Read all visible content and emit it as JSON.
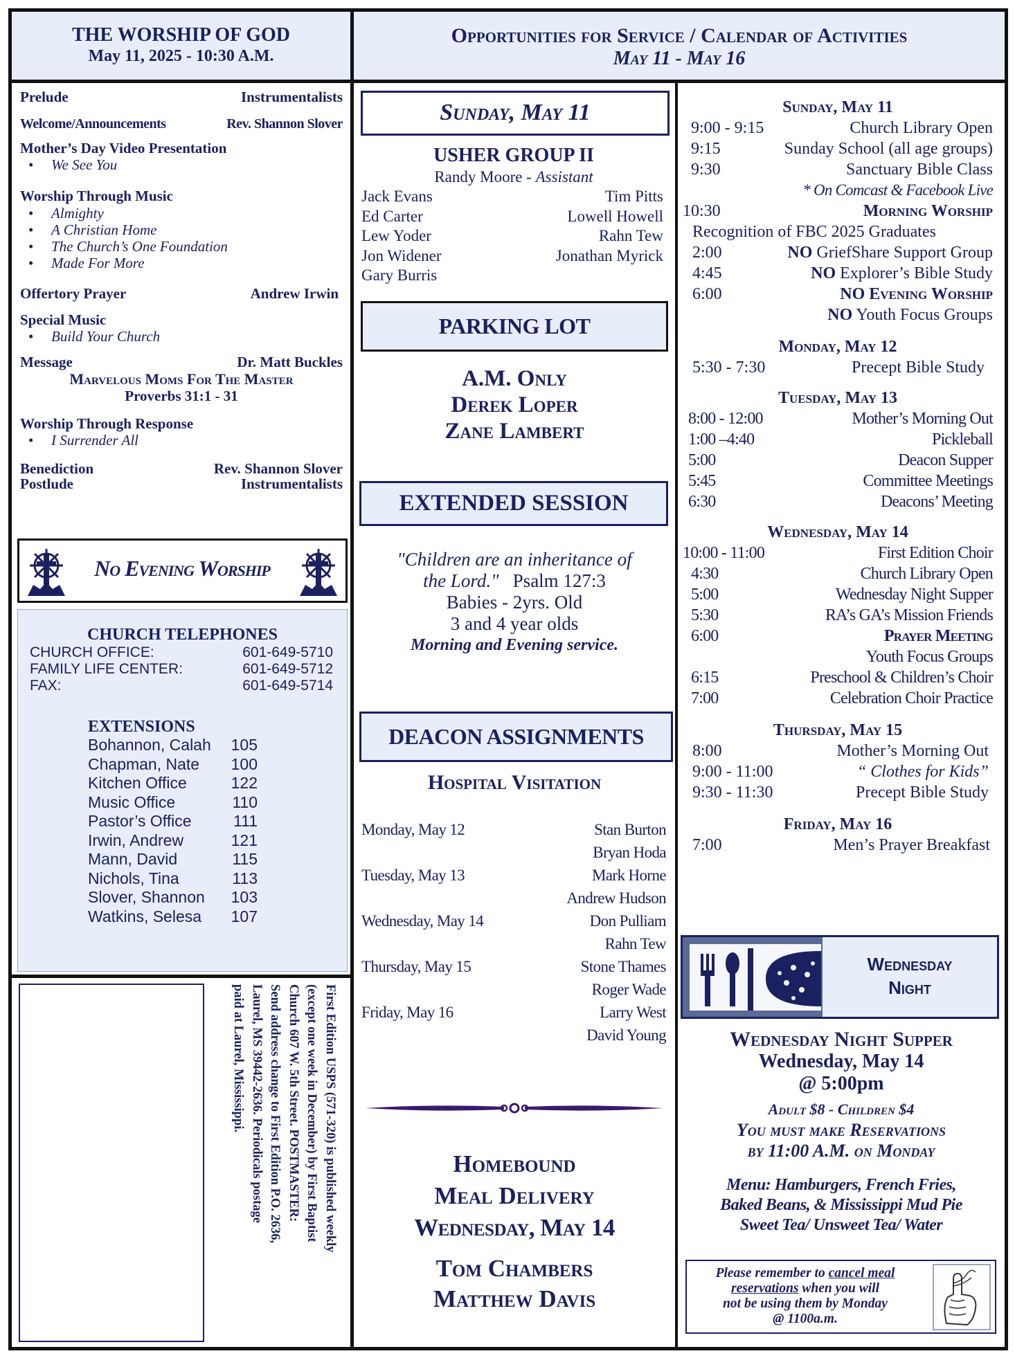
{
  "worship_header": {
    "title": "THE WORSHIP OF GOD",
    "date": "May 11, 2025 - 10:30 A.M."
  },
  "opps_header": {
    "title": "Opportunities for Service / Calendar of Activities",
    "dates": "May 11 - May 16"
  },
  "order": {
    "prelude": {
      "label": "Prelude",
      "by": "Instrumentalists"
    },
    "welcome": {
      "label": "Welcome/Announcements",
      "by": "Rev. Shannon Slover"
    },
    "mothers_day": {
      "label": "Mother’s Day Video Presentation",
      "items": [
        "We See You"
      ]
    },
    "music": {
      "label": "Worship Through Music",
      "items": [
        "Almighty",
        "A Christian Home",
        "The Church’s One Foundation",
        "Made For More"
      ]
    },
    "offertory": {
      "label": "Offertory Prayer",
      "by": "Andrew Irwin"
    },
    "special": {
      "label": "Special Music",
      "items": [
        "Build Your Church"
      ]
    },
    "message": {
      "label": "Message",
      "by": "Dr. Matt Buckles",
      "title": "Marvelous Moms For The Master",
      "scripture": "Proverbs 31:1 - 31"
    },
    "response": {
      "label": "Worship Through Response",
      "items": [
        "I Surrender All"
      ]
    },
    "benediction": {
      "label": "Benediction",
      "by": "Rev. Shannon Slover"
    },
    "postlude": {
      "label": "Postlude",
      "by": "Instrumentalists"
    }
  },
  "no_evening": "No Evening Worship",
  "telephones": {
    "title": "CHURCH  TELEPHONES",
    "lines": [
      {
        "name": "CHURCH OFFICE:",
        "num": "601-649-5710"
      },
      {
        "name": "FAMILY LIFE CENTER:",
        "num": "601-649-5712"
      },
      {
        "name": "FAX:",
        "num": "601-649-5714"
      }
    ],
    "ext_title": "EXTENSIONS",
    "extensions": [
      {
        "name": "Bohannon, Calah",
        "ext": "105"
      },
      {
        "name": "Chapman, Nate",
        "ext": "100"
      },
      {
        "name": "Kitchen Office",
        "ext": "122"
      },
      {
        "name": "Music Office",
        "ext": "110"
      },
      {
        "name": "Pastor’s Office",
        "ext": "111"
      },
      {
        "name": "Irwin, Andrew",
        "ext": "121"
      },
      {
        "name": "Mann, David",
        "ext": "115"
      },
      {
        "name": "Nichols, Tina",
        "ext": "113"
      },
      {
        "name": "Slover, Shannon",
        "ext": "103"
      },
      {
        "name": "Watkins, Selesa",
        "ext": "107"
      }
    ]
  },
  "postal": {
    "l1": "First Edition USPS (571-320) is published weekly",
    "l2": "(except one week in December) by First Baptist",
    "l3": "Church 607 W. 5th Street.  POSTMASTER:",
    "l4": "Send address change to First Edition  P.O. 2636,",
    "l5": "Laurel, MS  39442-2636.  Periodicals postage",
    "l6": "paid at  Laurel, Mississippi."
  },
  "sunday_box": "Sunday, May 11",
  "ushers": {
    "title": "USHER GROUP II",
    "assistant_name": "Randy Moore - ",
    "assistant_role": "Assistant",
    "rows": [
      [
        "Jack Evans",
        "Tim Pitts"
      ],
      [
        "Ed Carter",
        "Lowell Howell"
      ],
      [
        "Lew Yoder",
        "Rahn Tew"
      ],
      [
        "Jon Widener",
        "Jonathan Myrick"
      ],
      [
        "Gary Burris",
        ""
      ]
    ]
  },
  "parking": {
    "title": "PARKING LOT",
    "l1": "A.M. Only",
    "l2": "Derek Loper",
    "l3": "Zane Lambert"
  },
  "extended": {
    "title": "EXTENDED SESSION",
    "quote": "\"Children are an inheritance of",
    "quote2": "the Lord.\"",
    "ref": "Psalm 127:3",
    "l1": "Babies - 2yrs. Old",
    "l2": "3 and 4 year olds",
    "l3": "Morning and Evening service."
  },
  "deacon": {
    "title": "DEACON ASSIGNMENTS",
    "sub": "Hospital Visitation",
    "days": [
      {
        "day": "Monday, May 12",
        "a": "Stan Burton",
        "b": "Bryan Hoda"
      },
      {
        "day": "Tuesday, May 13",
        "a": "Mark Horne",
        "b": "Andrew Hudson"
      },
      {
        "day": "Wednesday, May 14",
        "a": "Don Pulliam",
        "b": "Rahn Tew"
      },
      {
        "day": "Thursday, May 15",
        "a": "Stone Thames",
        "b": "Roger Wade"
      },
      {
        "day": "Friday,  May 16",
        "a": "Larry West",
        "b": "David Young"
      }
    ]
  },
  "homebound": {
    "l1": "Homebound",
    "l2": "Meal Delivery",
    "l3": "Wednesday, May 14",
    "n1": "Tom Chambers",
    "n2": "Matthew Davis"
  },
  "calendar": {
    "sun": {
      "head": "Sunday, May 11",
      "rows": [
        [
          "9:00 - 9:15",
          "Church Library Open"
        ],
        [
          "9:15",
          "Sunday School (all age groups)"
        ],
        [
          "9:30",
          "Sanctuary Bible Class"
        ]
      ],
      "live": "* On Comcast & Facebook Live",
      "r1030t": "10:30",
      "r1030e": "Morning Worship",
      "grads": "Recognition of FBC 2025 Graduates",
      "no": "NO",
      "r200t": "2:00",
      "r200e": " GriefShare Support Group",
      "r445t": "4:45",
      "r445e": " Explorer’s Bible Study",
      "r600t": "6:00",
      "r600e": " Evening Worship",
      "youth": " Youth Focus Groups"
    },
    "mon": {
      "head": "Monday, May 12",
      "rows": [
        [
          "5:30 - 7:30",
          "Precept Bible Study"
        ]
      ]
    },
    "tue": {
      "head": "Tuesday, May 13",
      "rows": [
        [
          "8:00 - 12:00",
          "Mother’s Morning Out"
        ],
        [
          "1:00 –4:40",
          "Pickleball"
        ],
        [
          "5:00",
          "Deacon Supper"
        ],
        [
          "5:45",
          "Committee Meetings"
        ],
        [
          "6:30",
          "Deacons’ Meeting"
        ]
      ]
    },
    "wed": {
      "head": "Wednesday, May 14",
      "rows": [
        [
          "10:00 - 11:00",
          "First Edition Choir"
        ],
        [
          "4:30",
          "Church Library Open"
        ],
        [
          "5:00",
          "Wednesday Night Supper"
        ],
        [
          "5:30",
          "RA’s GA’s Mission Friends"
        ]
      ],
      "r600t": "6:00",
      "r600e": "Prayer Meeting",
      "youth": "Youth Focus Groups",
      "rows2": [
        [
          "6:15",
          "Preschool & Children’s Choir"
        ],
        [
          "7:00",
          "Celebration Choir Practice"
        ]
      ]
    },
    "thu": {
      "head": "Thursday, May 15",
      "rows": [
        [
          "8:00",
          "Mother’s Morning Out"
        ],
        [
          "9:00 - 11:00",
          "“ Clothes for Kids”"
        ],
        [
          "9:30 - 11:30",
          "Precept Bible Study"
        ]
      ]
    },
    "fri": {
      "head": "Friday, May 16",
      "rows": [
        [
          "7:00",
          "Men’s Prayer Breakfast"
        ]
      ]
    }
  },
  "wednesday_night": {
    "logo_l1": "Wednesday",
    "logo_l2": "Night",
    "supper": "Wednesday Night Supper",
    "date": "Wednesday, May 14",
    "time": "@ 5:00pm",
    "price": "Adult  $8 - Children $4",
    "res1": "You must make Reservations",
    "res2": "by 11:00 A.M. on Monday",
    "menu1": "Menu: Hamburgers, French Fries,",
    "menu2": "Baked Beans, & Mississippi Mud Pie",
    "menu3": "Sweet Tea/ Unsweet Tea/ Water",
    "note_a": "Please remember to ",
    "note_u1": "cancel meal",
    "note_u2": "reservations",
    "note_b": " when you will",
    "note_c": "not be using them by Monday",
    "note_d": "@ 1100a.m."
  }
}
